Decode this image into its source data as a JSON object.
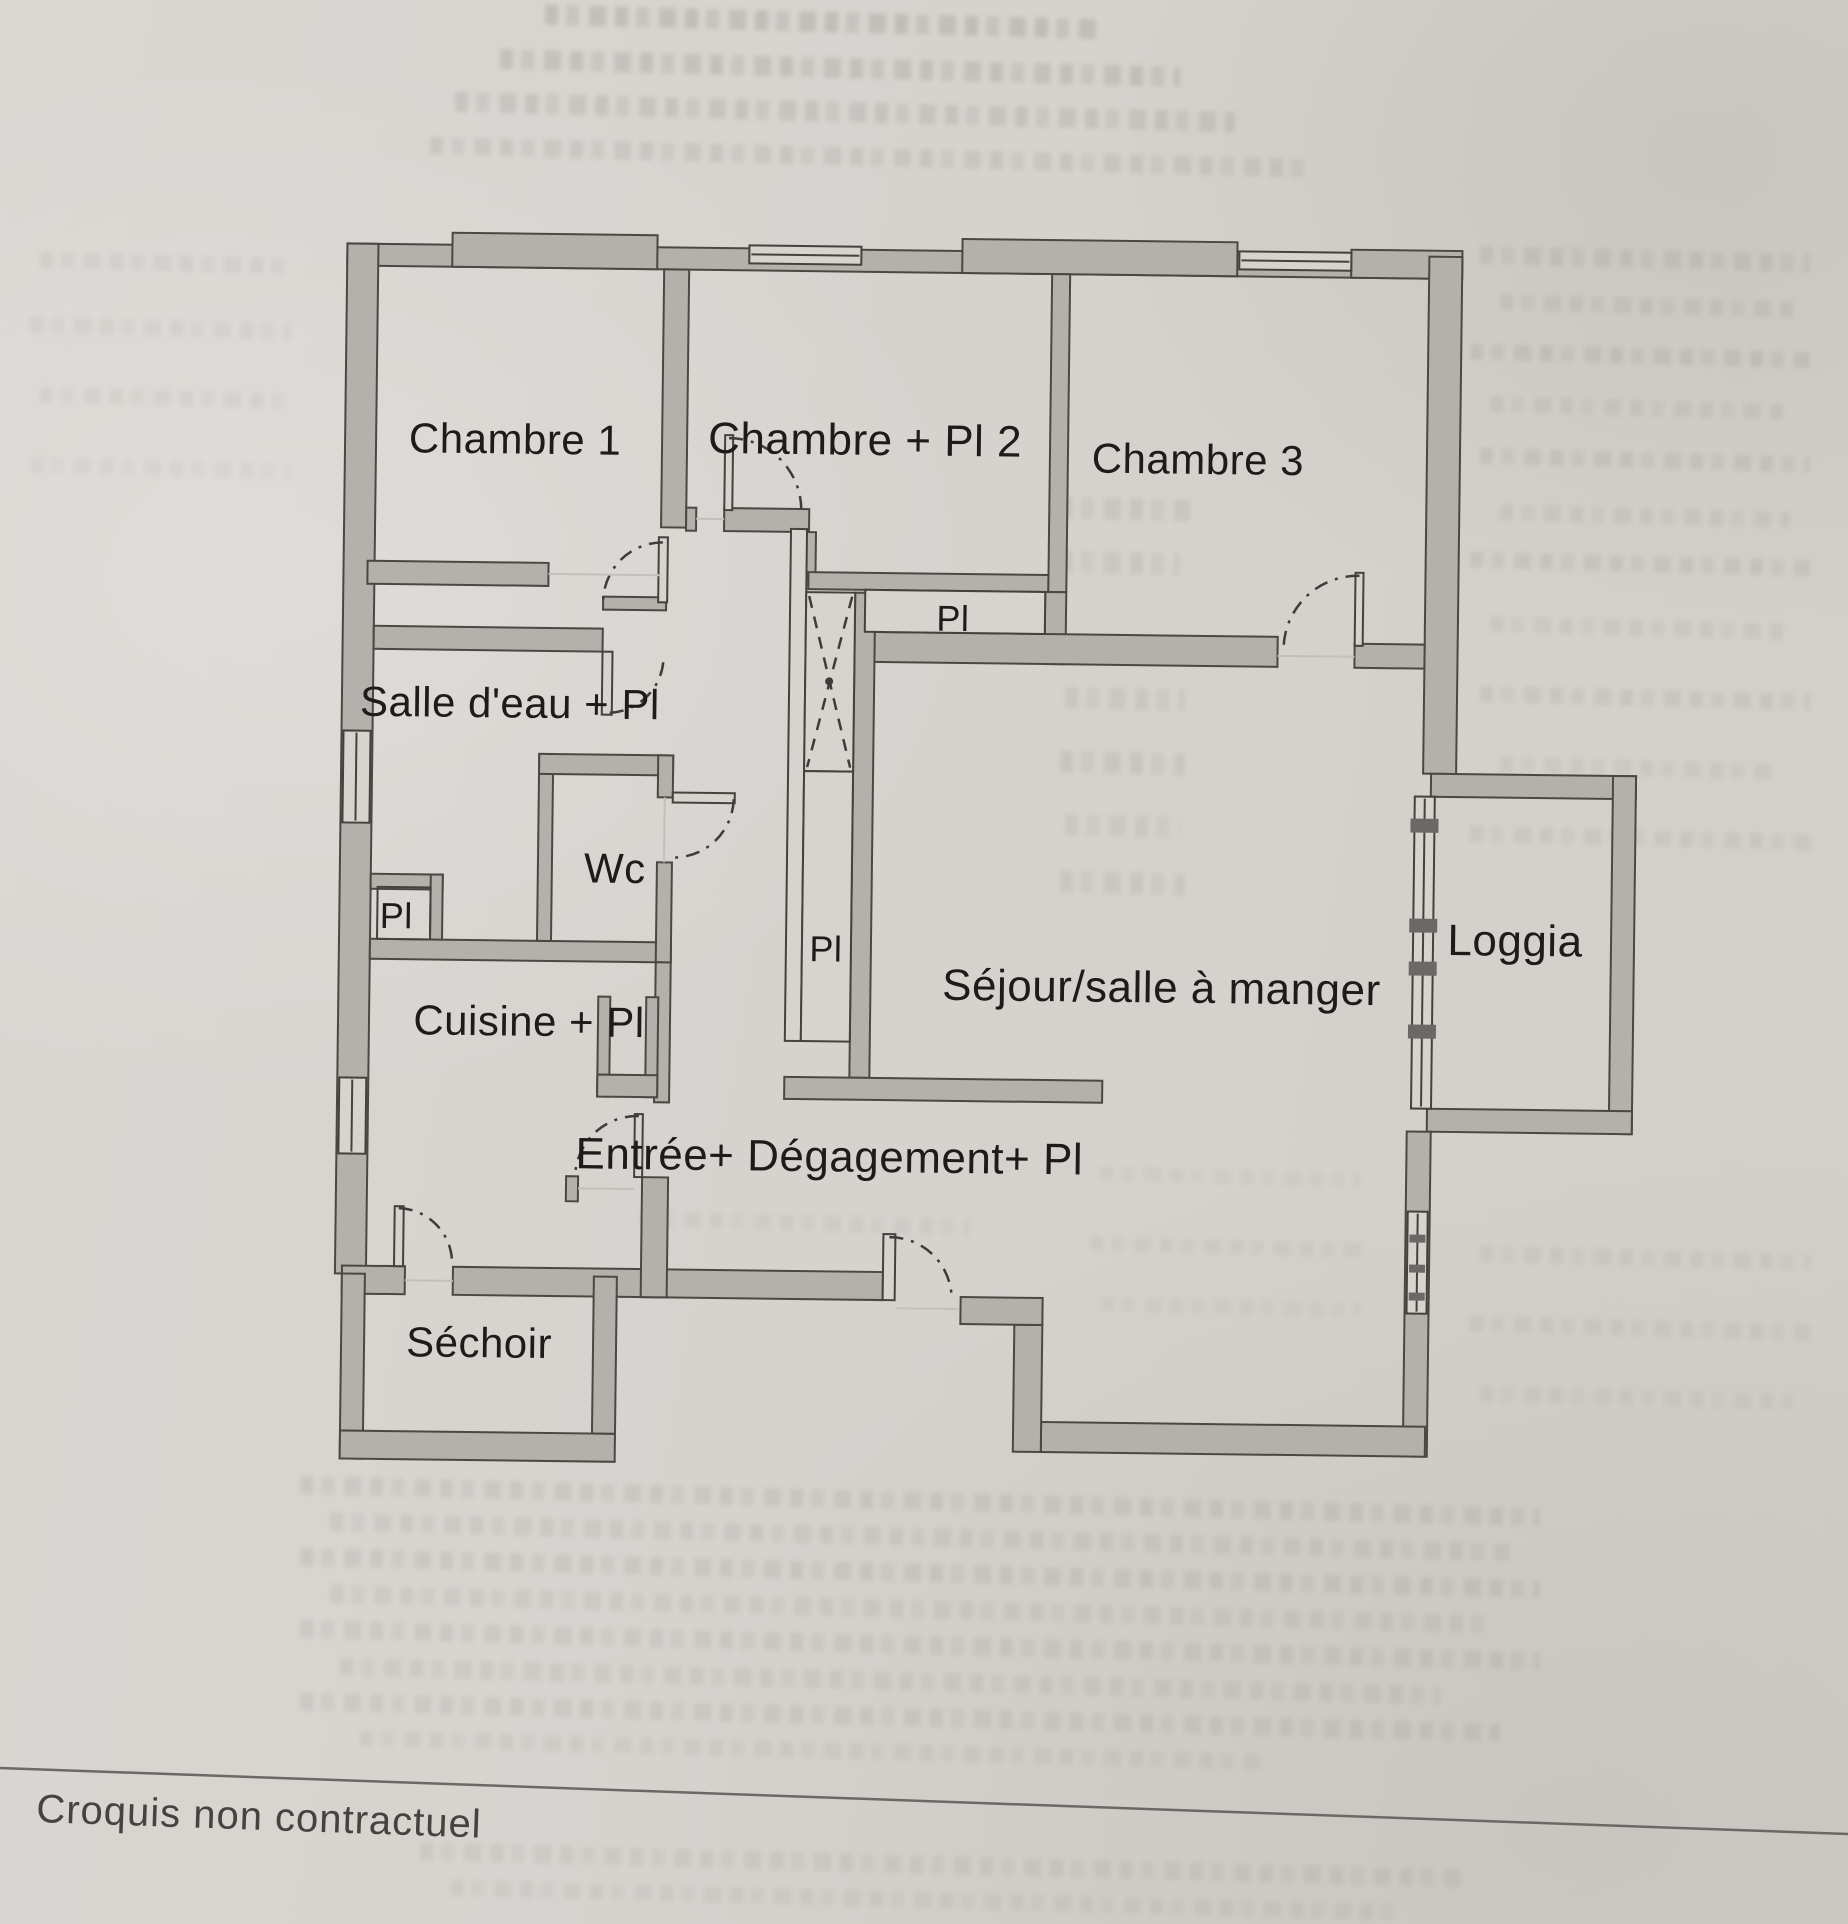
{
  "document": {
    "caption": "Croquis non contractuel"
  },
  "floor_plan": {
    "rooms": [
      {
        "id": "chambre-1",
        "label": "Chambre 1"
      },
      {
        "id": "chambre-2",
        "label": "Chambre + Pl 2"
      },
      {
        "id": "chambre-3",
        "label": "Chambre 3"
      },
      {
        "id": "salle-deau",
        "label": "Salle d'eau + Pl"
      },
      {
        "id": "wc",
        "label": "Wc"
      },
      {
        "id": "cuisine",
        "label": "Cuisine + Pl"
      },
      {
        "id": "sejour",
        "label": "Séjour/salle à manger"
      },
      {
        "id": "loggia",
        "label": "Loggia"
      },
      {
        "id": "entree",
        "label": "Entrée+ Dégagement+ Pl"
      },
      {
        "id": "sechoir",
        "label": "Séchoir"
      }
    ],
    "closets": [
      {
        "id": "pl-salle-deau",
        "label": "Pl"
      },
      {
        "id": "pl-couloir-haut",
        "label": "Pl"
      },
      {
        "id": "pl-couloir",
        "label": "Pl"
      }
    ]
  }
}
